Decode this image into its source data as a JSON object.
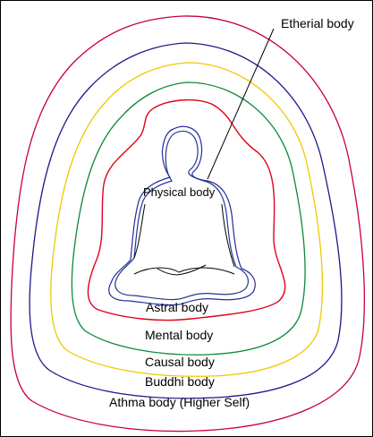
{
  "labels": {
    "etherial": "Etherial body",
    "physical": "Physical body",
    "astral": "Astral body",
    "mental": "Mental body",
    "causal": "Causal body",
    "buddhi": "Buddhi body",
    "athma": "Athma body (Higher Self)"
  },
  "colors": {
    "athma": "#c8003c",
    "buddhi": "#1a1a8c",
    "causal": "#f0c800",
    "mental": "#0a8a3a",
    "astral": "#e0001a",
    "etherial": "#2a2aa0",
    "physical": "#1e3a8a",
    "pointer": "#000000",
    "frame": "#000000"
  }
}
